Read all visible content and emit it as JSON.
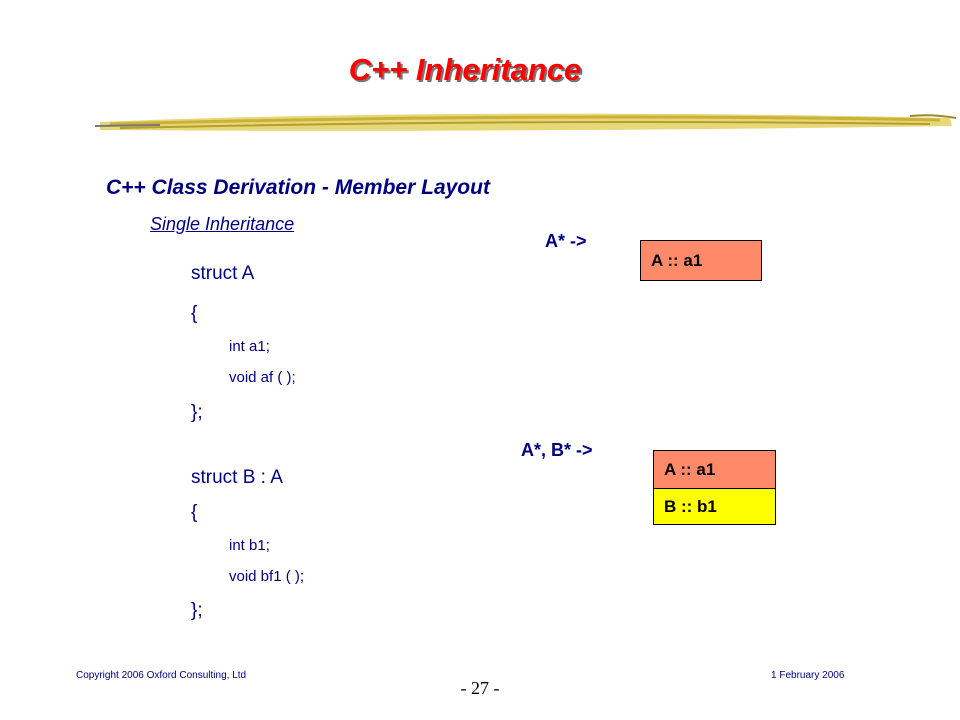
{
  "slide": {
    "title": "C++ Inheritance",
    "heading": "C++ Class Derivation - Member Layout",
    "subheading": "Single Inheritance"
  },
  "code": {
    "struct_a": "struct A",
    "open_a": "{",
    "a_member1": "int a1;",
    "a_member2": "void af ( );",
    "close_a": "};",
    "struct_b": "struct B : A",
    "open_b": "{",
    "b_member1": "int b1;",
    "b_member2": "void bf1 ( );",
    "close_b": "};"
  },
  "diagram": {
    "pointer_a": "A* ->",
    "layout_a": [
      "A :: a1"
    ],
    "pointer_ab": "A*, B* ->",
    "layout_b": [
      "A :: a1",
      "B :: b1"
    ],
    "colors": {
      "base_member": "#ff8a6a",
      "derived_member": "#ffff00"
    }
  },
  "footer": {
    "copyright": "Copyright 2006 Oxford Consulting, Ltd",
    "date": "1 February 2006",
    "page": "- 27 -"
  }
}
